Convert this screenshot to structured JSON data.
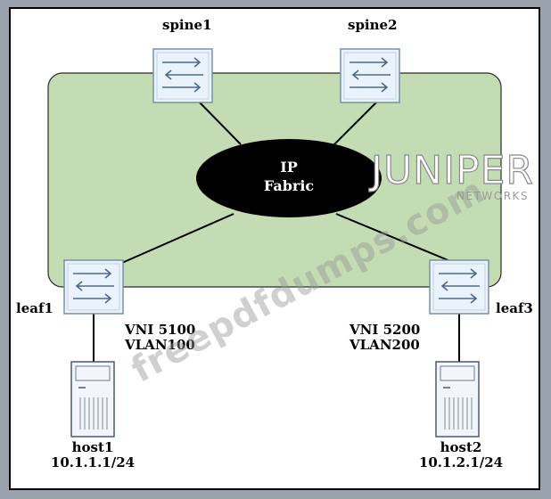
{
  "nodes": {
    "spine1": {
      "label": "spine1"
    },
    "spine2": {
      "label": "spine2"
    },
    "leaf1": {
      "label": "leaf1"
    },
    "leaf3": {
      "label": "leaf3"
    },
    "host1": {
      "label": "host1",
      "ip": "10.1.1.1/24"
    },
    "host2": {
      "label": "host2",
      "ip": "10.1.2.1/24"
    }
  },
  "fabric": {
    "line1": "IP",
    "line2": "Fabric"
  },
  "segments": {
    "left": {
      "vni": "VNI 5100",
      "vlan": "VLAN100"
    },
    "right": {
      "vni": "VNI 5200",
      "vlan": "VLAN200"
    }
  },
  "logo": {
    "brand": "JUNIPER",
    "sub": "NETWORKS"
  },
  "watermark": {
    "text": "freepdfdumps.com"
  },
  "colors": {
    "fabric_region": "#c4dcb3",
    "switch_fill": "#eaf2fb",
    "switch_border": "#7a8fa6",
    "background": "#ffffff",
    "outer": "#9aa3ad"
  }
}
